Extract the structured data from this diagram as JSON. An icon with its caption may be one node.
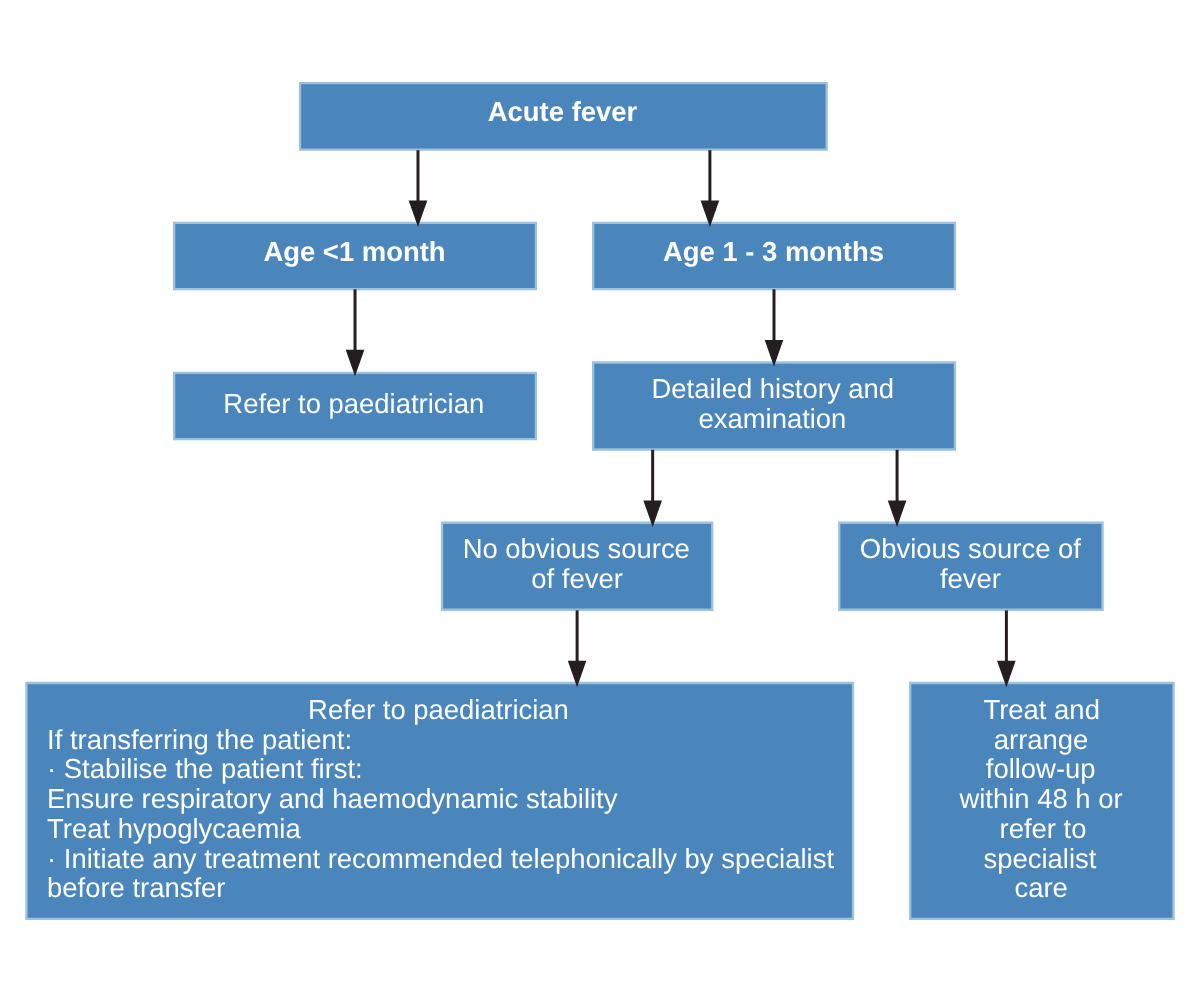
{
  "diagram": {
    "nodes": [
      {
        "text": [
          "Acute fever"
        ]
      },
      {
        "text": [
          "Age <1 month"
        ]
      },
      {
        "text": [
          "Age 1 - 3 months"
        ]
      },
      {
        "text": [
          "Refer to paediatrician"
        ]
      },
      {
        "text": [
          "Detailed history and examination"
        ]
      },
      {
        "text": [
          "No obvious source of fever"
        ]
      },
      {
        "text": [
          "Obvious source of fever"
        ]
      },
      {
        "text": [
          "Refer to paediatrician",
          "If transferring the patient:",
          "· Stabilise the patient first:",
          "Ensure respiratory and haemodynamic stability",
          "Treat hypoglycaemia",
          "· Initiate any treatment recommended telephonically by specialist before transfer"
        ]
      },
      {
        "text": [
          "Treat and arrange follow-up within 48 h or refer to specialist care"
        ]
      }
    ],
    "edges": [
      {
        "from": 0,
        "to": 1,
        "arrow": "to"
      },
      {
        "from": 0,
        "to": 2,
        "arrow": "to"
      },
      {
        "from": 1,
        "to": 3,
        "arrow": "to"
      },
      {
        "from": 2,
        "to": 4,
        "arrow": "to"
      },
      {
        "from": 4,
        "to": 5,
        "arrow": "to"
      },
      {
        "from": 4,
        "to": 6,
        "arrow": "to"
      },
      {
        "from": 5,
        "to": 7,
        "arrow": "to"
      },
      {
        "from": 6,
        "to": 8,
        "arrow": "to"
      }
    ]
  }
}
